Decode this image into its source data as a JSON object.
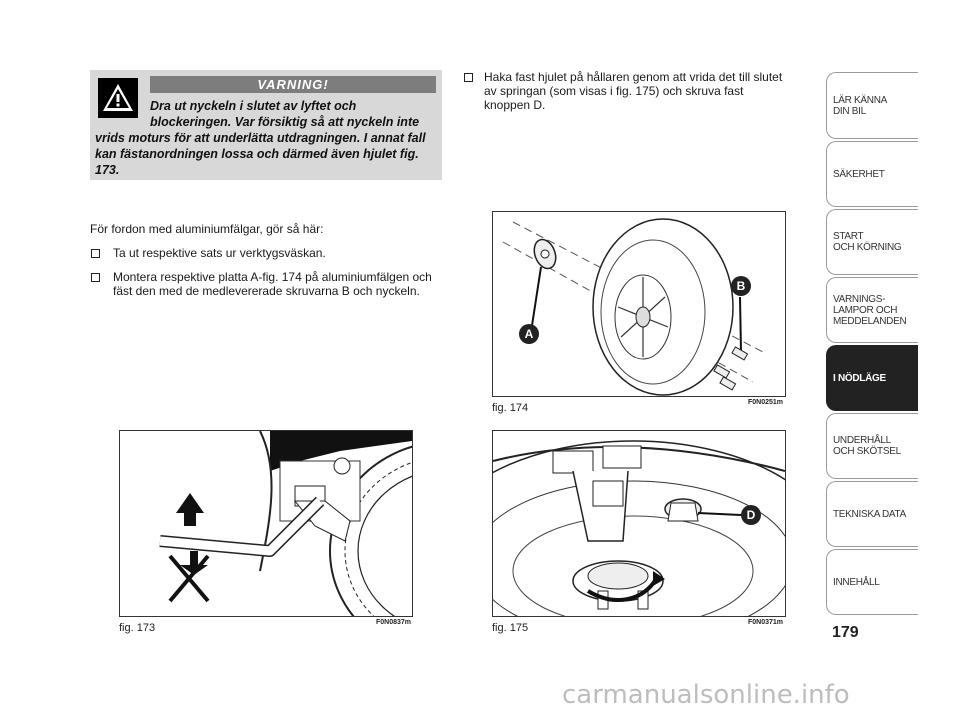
{
  "warning": {
    "title": "VARNING!",
    "line1": "Dra ut nyckeln i slutet av lyftet och blockeringen. Var försiktig så att nyckeln inte",
    "line2": "vrids moturs för att underlätta utdragningen. I annat fall kan fästanordningen lossa och därmed även hjulet fig. 173."
  },
  "left_column": {
    "intro": "För fordon med aluminiumfälgar, gör så här:",
    "bullet1": "Ta ut respektive sats ur verktygsväskan.",
    "bullet2": "Montera respektive platta A-fig. 174 på aluminiumfälgen och fäst den med de medlevererade skruvarna B och nyckeln."
  },
  "right_column": {
    "bullet1": "Haka fast hjulet på hållaren genom att vrida det till slutet av springan (som visas i fig. 175) och skruva fast knoppen D."
  },
  "figures": {
    "fig173": {
      "label": "fig. 173",
      "code": "F0N0837m"
    },
    "fig174": {
      "label": "fig. 174",
      "code": "F0N0251m",
      "callout_a": "A",
      "callout_b": "B"
    },
    "fig175": {
      "label": "fig. 175",
      "code": "F0N0371m",
      "callout_d": "D"
    }
  },
  "sidebar": {
    "tabs": [
      {
        "label": "LÄR KÄNNA\nDIN BIL"
      },
      {
        "label": "SÄKERHET"
      },
      {
        "label": "START\nOCH KÖRNING"
      },
      {
        "label": "VARNINGS-\nLAMPOR OCH\nMEDDELANDEN"
      },
      {
        "label": "I NÖDLÄGE"
      },
      {
        "label": "UNDERHÅLL\nOCH SKÖTSEL"
      },
      {
        "label": "TEKNISKA DATA"
      },
      {
        "label": "INNEHÅLL"
      }
    ],
    "active_index": 4
  },
  "page_number": "179",
  "watermark": "carmanualsonline.info"
}
